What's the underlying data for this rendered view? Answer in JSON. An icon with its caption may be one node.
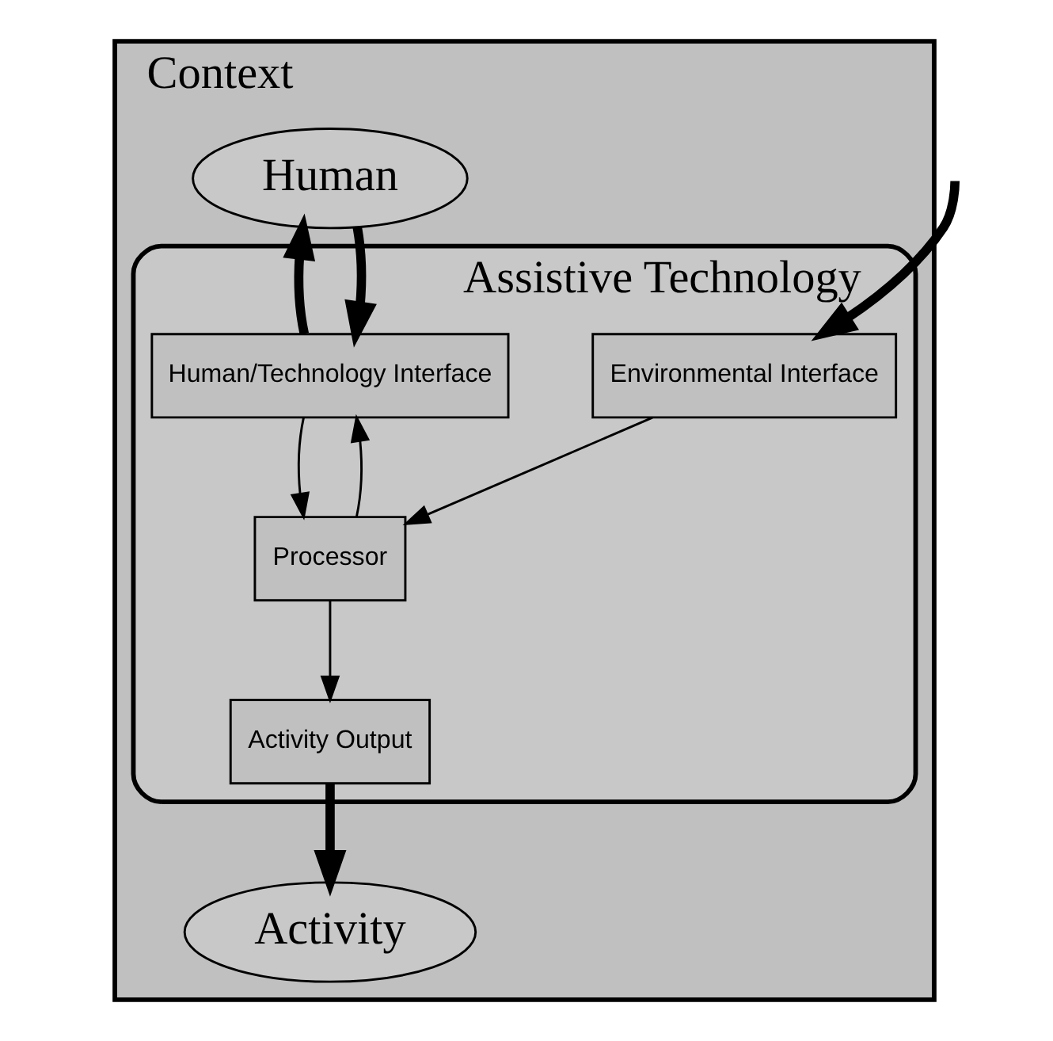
{
  "diagram": {
    "nodes": [
      {
        "text": [
          "Context"
        ]
      },
      {
        "text": [
          "Human"
        ],
        "in": 0
      },
      {
        "text": [
          "Activity"
        ],
        "in": 0
      },
      {
        "text": [
          "Assistive Technology"
        ],
        "in": 0
      },
      {
        "text": [
          "Human/Technology Interface"
        ],
        "in": 3
      },
      {
        "text": [
          "Processor"
        ],
        "in": 3
      },
      {
        "text": [
          "Environmental Interface"
        ],
        "in": 3
      },
      {
        "text": [
          "Activity Output"
        ],
        "in": 3
      }
    ],
    "edges": [
      {
        "from": 1,
        "to": 4,
        "arrow": "to",
        "style": "thick"
      },
      {
        "from": 4,
        "to": 1,
        "arrow": "to",
        "style": "thick"
      },
      {
        "from": 4,
        "to": 5,
        "arrow": "to"
      },
      {
        "from": 5,
        "to": 4,
        "arrow": "to"
      },
      {
        "from": 6,
        "to": 5,
        "arrow": "to"
      },
      {
        "from": 5,
        "to": 7,
        "arrow": "to"
      },
      {
        "from": 7,
        "to": 2,
        "arrow": "to",
        "style": "thick"
      },
      {
        "from": null,
        "to": 6,
        "arrow": "to",
        "style": "thick"
      }
    ]
  }
}
